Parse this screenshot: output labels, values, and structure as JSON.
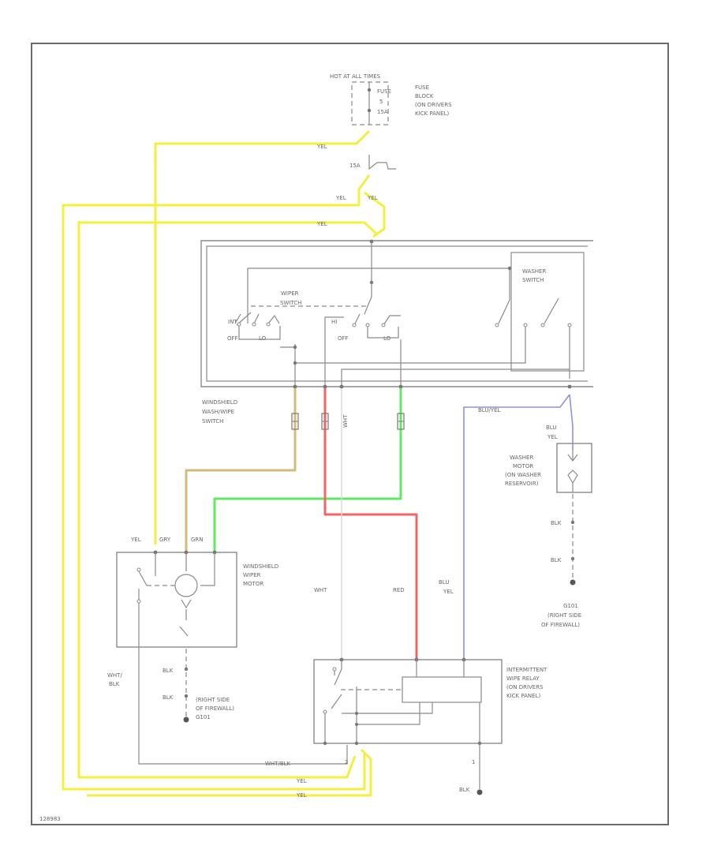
{
  "colors": {
    "yellow": "#f4ef3c",
    "tan": "#d7b979",
    "green": "#63e863",
    "red": "#f06565",
    "blue": "#8f8fe8",
    "white": "#d8d8d8"
  },
  "power": {
    "source": "HOT AT ALL TIMES",
    "fuse_line1": "FUSE",
    "fuse_line2": "5",
    "fuse_line3": "15A",
    "fuse_block_1": "FUSE",
    "fuse_block_2": "BLOCK",
    "fuse_block_3": "(ON DRIVERS",
    "fuse_block_4": "KICK PANEL)"
  },
  "breaker": "15A",
  "wires": {
    "yel": "YEL",
    "grn": "GRN",
    "gry": "GRY",
    "wht": "WHT",
    "red": "RED",
    "blu_yel": "BLU/YEL",
    "blu": "BLU",
    "yel_short": "YEL",
    "blk": "BLK",
    "wht_blk": "WHT/",
    "wht_blk_2": "BLK",
    "wht_blk_3": "WHT/BLK"
  },
  "switch": {
    "wiper_1": "WIPER",
    "wiper_2": "SWITCH",
    "washer_1": "WASHER",
    "washer_2": "SWITCH",
    "int": "INT",
    "off": "OFF",
    "lo": "LO",
    "hi": "HI",
    "name_1": "WINDSHIELD",
    "name_2": "WASH/WIPE",
    "name_3": "SWITCH"
  },
  "washer_motor": {
    "line1": "WASHER",
    "line2": "MOTOR",
    "line3": "(ON WASHER",
    "line4": "RESERVOIR)"
  },
  "wiper_motor": {
    "line1": "WINDSHIELD",
    "line2": "WIPER",
    "line3": "MOTOR"
  },
  "relay": {
    "line1": "INTERMITTENT",
    "line2": "WIPE RELAY",
    "line3": "(ON DRIVERS",
    "line4": "KICK PANEL)"
  },
  "grounds": {
    "g1_line1": "G101",
    "g1_line2": "(RIGHT SIDE",
    "g1_line3": "OF FIREWALL)",
    "g2_line1": "(RIGHT SIDE",
    "g2_line2": "OF FIREWALL)",
    "g2_line3": "G101"
  },
  "pins": {
    "p1": "1",
    "p2": "2"
  },
  "corner_code": "128983"
}
